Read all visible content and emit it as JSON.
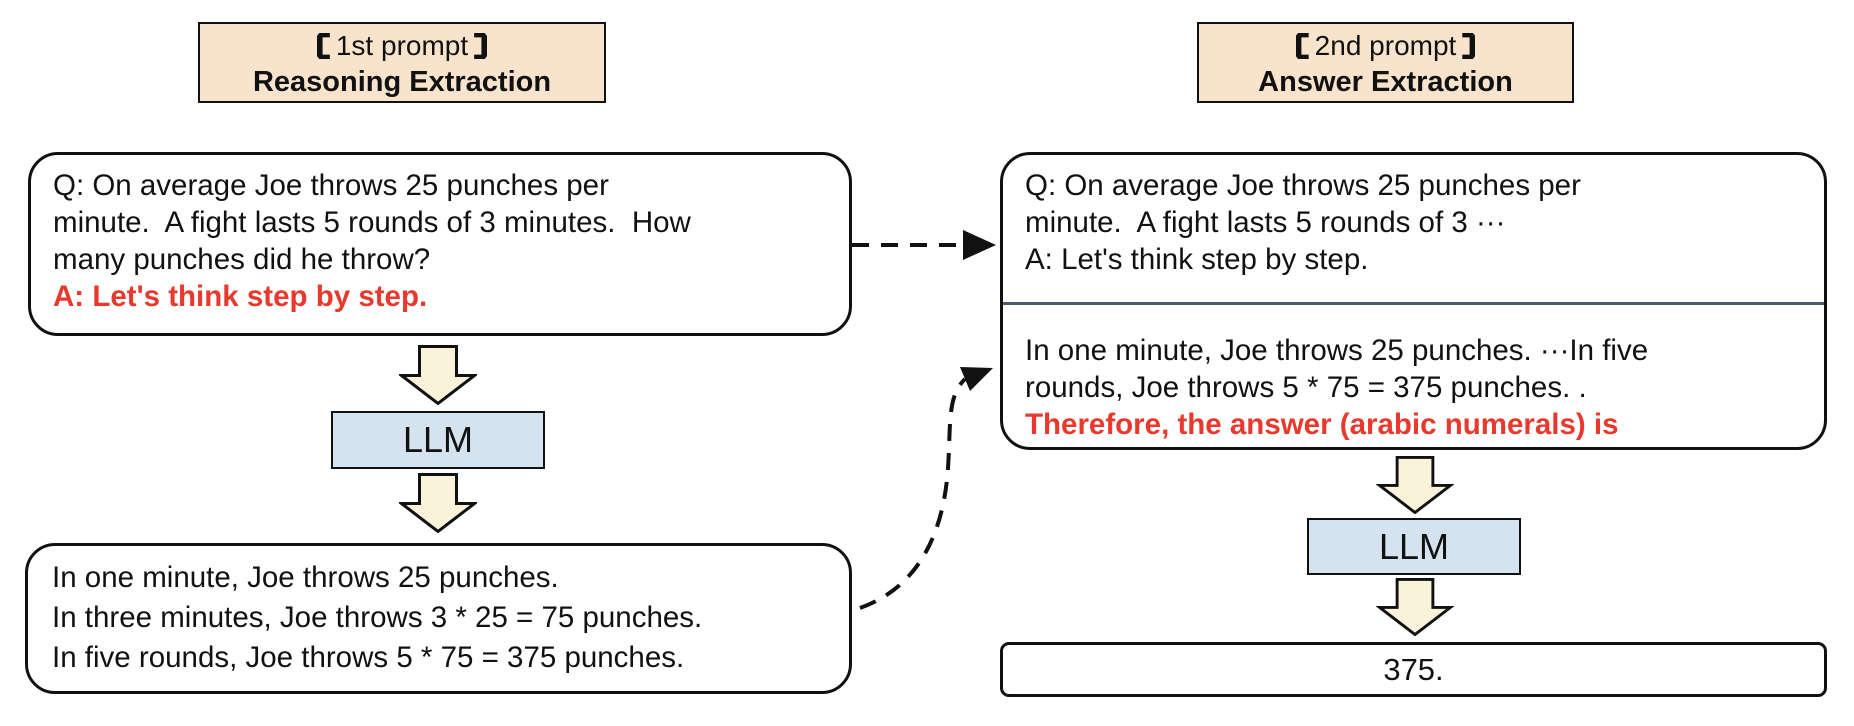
{
  "figure": {
    "description_colors": {
      "header_bg": "#f8e4cd",
      "llm_bg": "#d5e3f1",
      "block_arrow_fill": "#faf3da",
      "highlight_red": "#e8392c",
      "divider": "#4e5b6e",
      "outline": "#111111"
    }
  },
  "left": {
    "header": {
      "full_title": "【1st prompt】",
      "bracketed_label": "1st prompt",
      "subtitle": "Reasoning Extraction"
    },
    "question_box": {
      "lines": [
        "Q: On average Joe throws 25 punches per",
        "minute.  A fight lasts 5 rounds of 3 minutes.  How",
        "many punches did he throw?"
      ],
      "highlight": "A: Let's think step by step."
    },
    "llm_label": "LLM",
    "output_box": {
      "lines": [
        "In one minute, Joe throws 25 punches.",
        "In three minutes, Joe throws 3 * 25 = 75 punches.",
        "In five rounds, Joe throws 5 * 75 = 375 punches."
      ]
    }
  },
  "right": {
    "header": {
      "full_title": "【2nd prompt】",
      "bracketed_label": "2nd prompt",
      "subtitle": "Answer Extraction"
    },
    "prompt_box": {
      "question_lines": [
        "Q: On average Joe throws 25 punches per",
        "minute.  A fight lasts 5 rounds of 3 ···",
        "A: Let's think step by step."
      ],
      "reasoning_lines": [
        "In one minute, Joe throws 25 punches. ···In five",
        "rounds, Joe throws 5 * 75 = 375 punches. ."
      ],
      "highlight": "Therefore, the answer (arabic numerals) is"
    },
    "llm_label": "LLM",
    "answer_box": {
      "value": "375."
    }
  }
}
